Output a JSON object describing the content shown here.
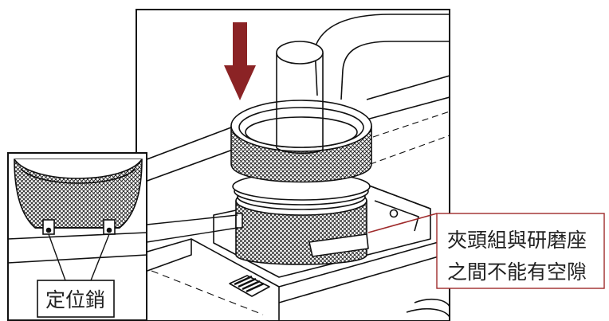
{
  "callouts": {
    "gap_warning": {
      "line1": "夾頭組與研磨座",
      "line2": "之間不能有空隙"
    },
    "locating_pin": {
      "label": "定位銷"
    }
  },
  "colors": {
    "arrow": "#8b2325",
    "leader_red": "#9e2a2b",
    "outline": "#111111"
  },
  "icons": {
    "press_direction": "down-arrow-icon"
  }
}
